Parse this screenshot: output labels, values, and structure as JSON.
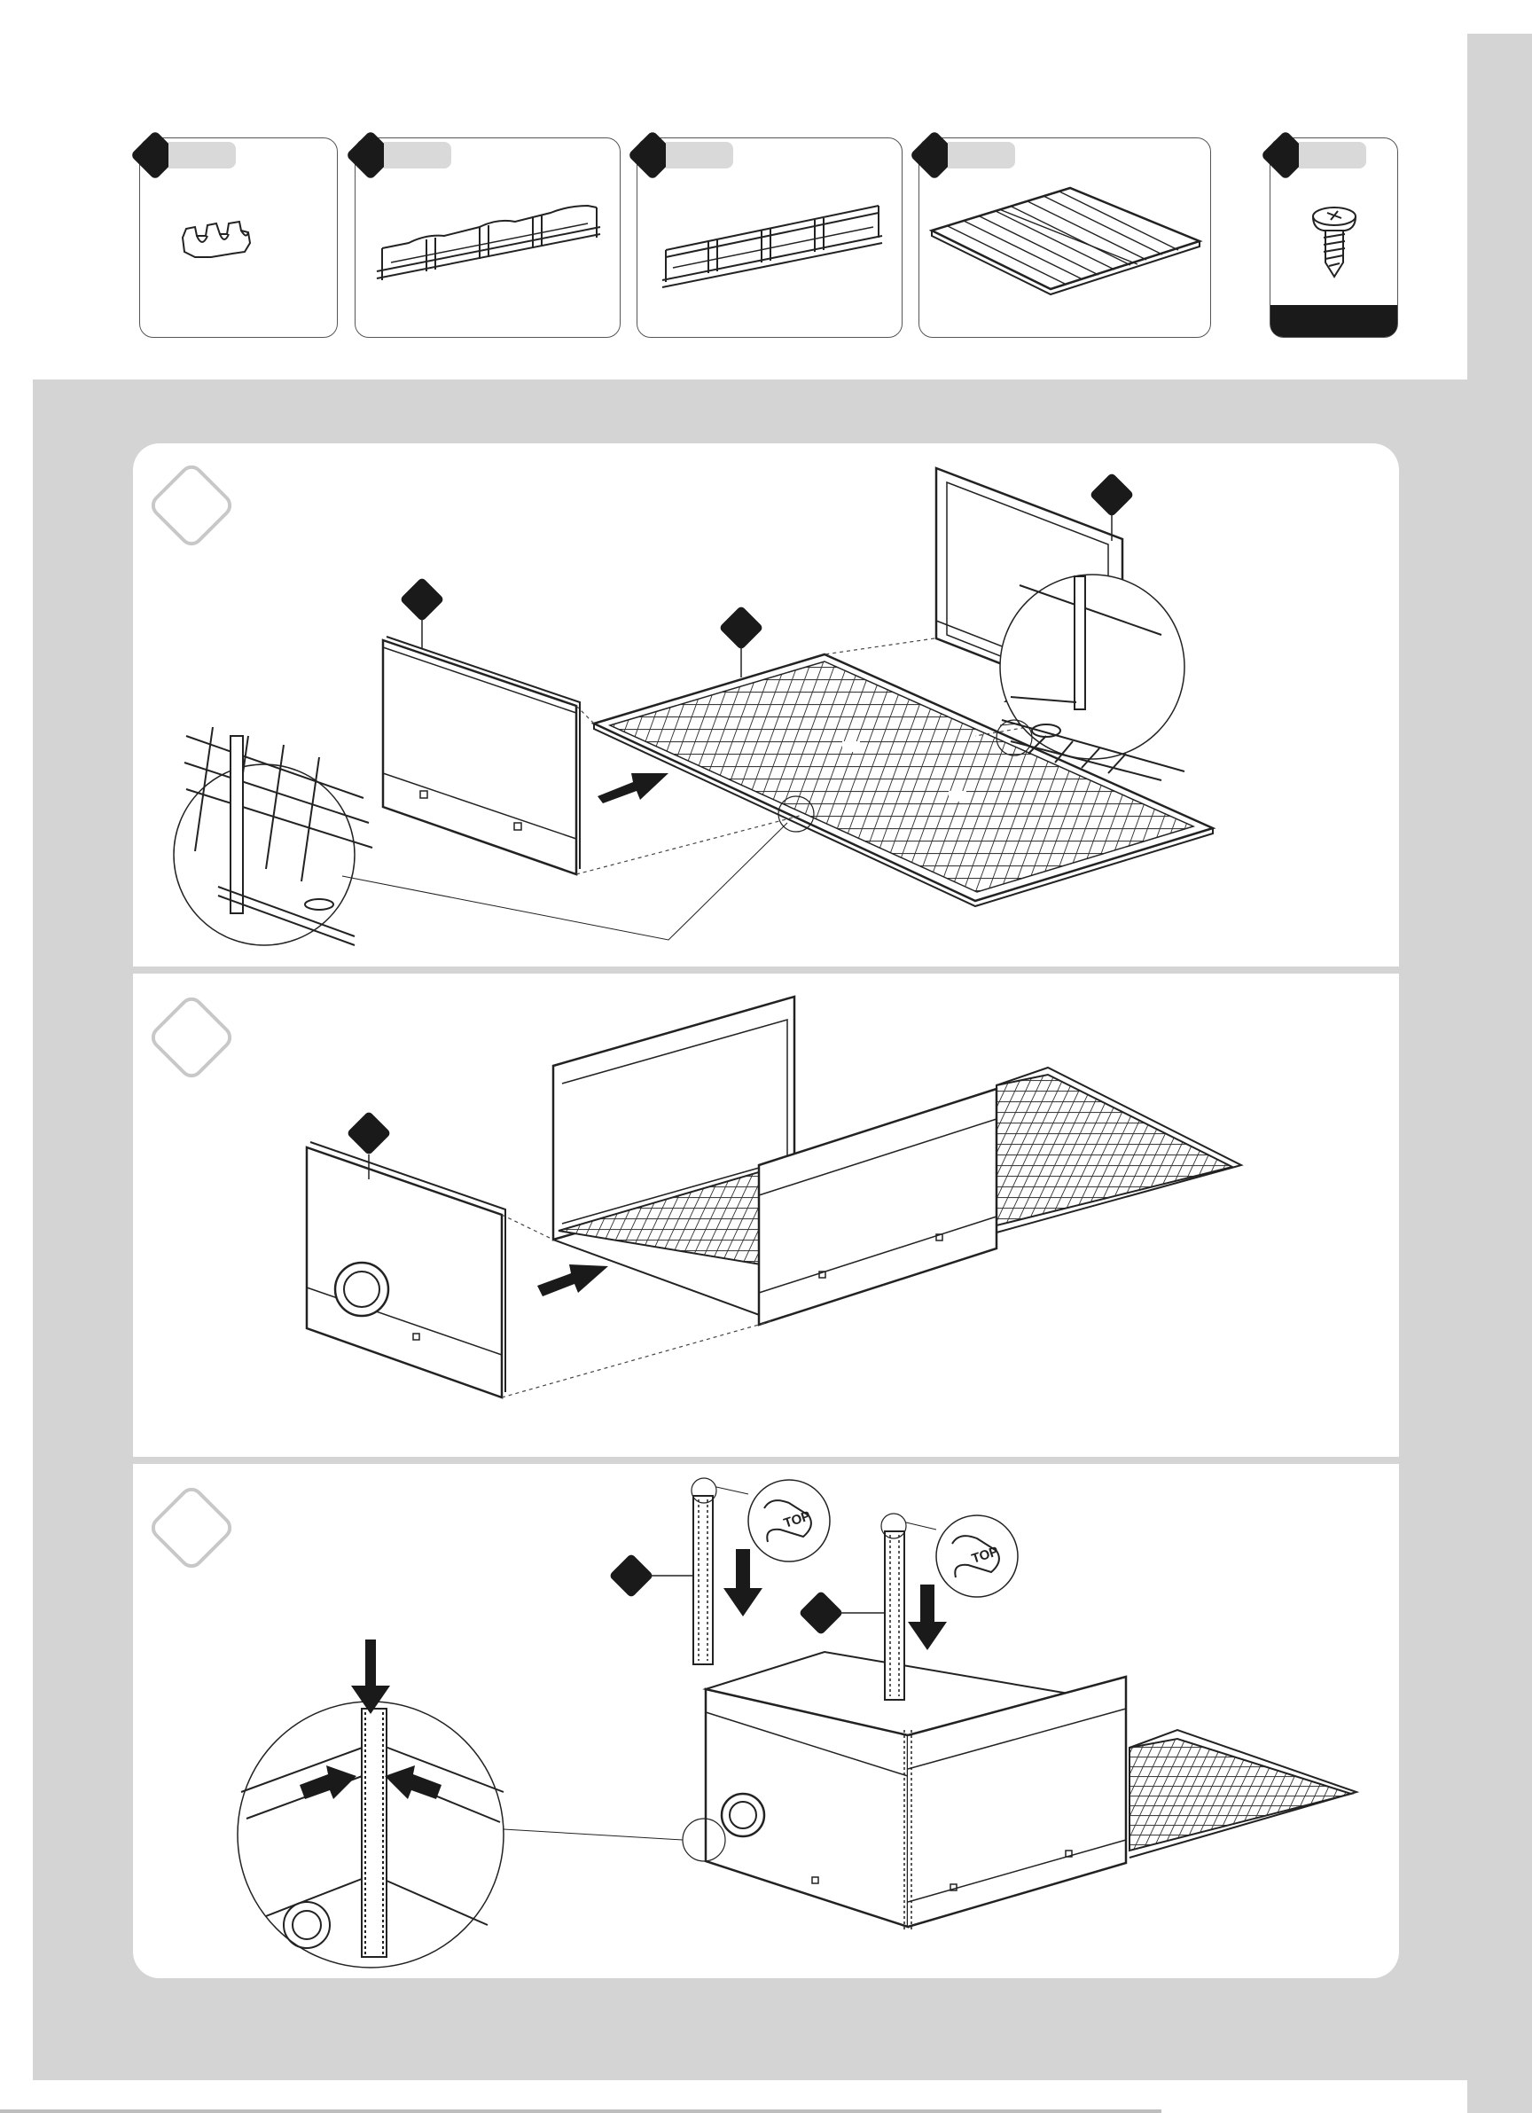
{
  "parts": [
    {
      "icon": "clip-bracket-icon"
    },
    {
      "icon": "curved-rail-icon"
    },
    {
      "icon": "straight-rail-icon"
    },
    {
      "icon": "wire-grid-icon"
    },
    {
      "icon": "screw-icon"
    }
  ],
  "steps": [
    {
      "badge": "step-1"
    },
    {
      "badge": "step-2"
    },
    {
      "badge": "step-3"
    }
  ],
  "zoom_labels": [
    "TOP",
    "TOP"
  ],
  "colors": {
    "background_band": "#d4d4d4",
    "ink": "#1a1a1a",
    "panel": "#ffffff"
  }
}
